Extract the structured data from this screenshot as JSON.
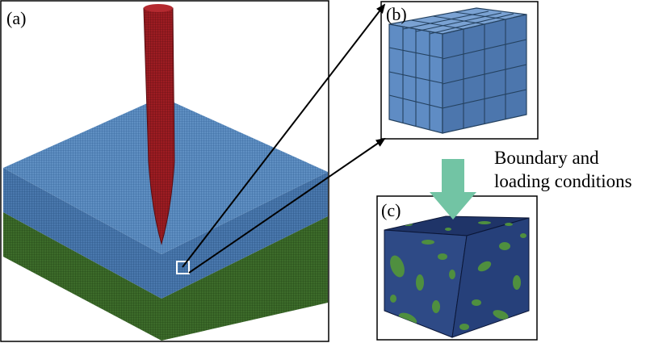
{
  "panels": {
    "a": {
      "label": "(a)"
    },
    "b": {
      "label": "(b)"
    },
    "c": {
      "label": "(c)"
    }
  },
  "caption": {
    "line1": "Boundary and",
    "line2": "loading conditions"
  },
  "colors": {
    "mesh_top": "#5f8fc2",
    "mesh_front": "#4a78ad",
    "substrate": "#3c6b2a",
    "tool": "#9c1c22",
    "cube_top": "#7aa2d3",
    "cube_front": "#5f8cc4",
    "cube_side": "#4c76ad",
    "micro_matrix": "#2e4a86",
    "micro_phase": "#4f8f3f",
    "load_arrow": "#72c4a4"
  },
  "icons": {
    "zoom_marker": "square-outline-icon",
    "pointer": "arrow-icon",
    "load": "down-arrow-icon"
  }
}
